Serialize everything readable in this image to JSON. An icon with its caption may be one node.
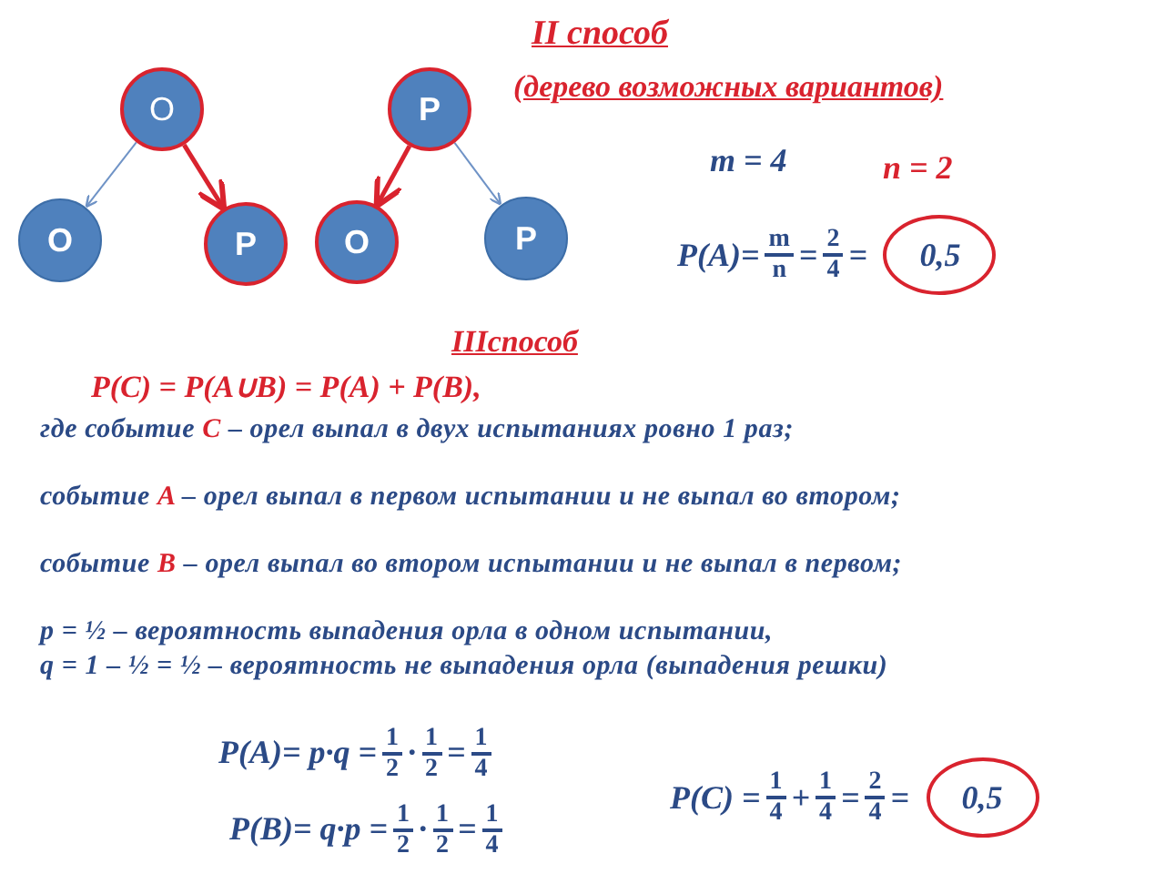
{
  "diagram": {
    "nodes": [
      {
        "text": [
          "О"
        ]
      },
      {
        "text": [
          "Р"
        ]
      },
      {
        "text": [
          "О"
        ]
      },
      {
        "text": [
          "Р"
        ]
      },
      {
        "text": [
          "О"
        ]
      },
      {
        "text": [
          "Р"
        ]
      },
      {
        "text": [
          "0,5"
        ]
      },
      {
        "text": [
          "0,5"
        ]
      }
    ],
    "edges": [
      {
        "from": 0,
        "to": 2,
        "arrow": "to"
      },
      {
        "from": 0,
        "to": 3,
        "arrow": "to",
        "style": "thick",
        "color": "#d9232e"
      },
      {
        "from": 1,
        "to": 4,
        "arrow": "to",
        "style": "thick",
        "color": "#d9232e"
      },
      {
        "from": 1,
        "to": 5,
        "arrow": "to"
      }
    ],
    "labels": [
      "II способ",
      "(дерево возможных вариантов)",
      "m = 4",
      "n = 2",
      "P(A)=",
      "m",
      "n",
      "=",
      "2",
      "4",
      "=",
      "IIIспособ",
      "P(C) = P(A∪B) = P(A) + P(B),",
      "где событие **C** – орел выпал в двух испытаниях ровно 1 раз;",
      "событие **A** – орел выпал в первом испытании и не выпал во втором;",
      "событие **B** – орел выпал во втором испытании и не выпал в первом;",
      "p = ½ – вероятность выпадения орла в одном испытании,",
      "q = 1 – ½ = ½ – вероятность не выпадения орла (выпадения решки)",
      "P(A)= p·q =",
      "1",
      "2",
      "·",
      "1",
      "2",
      "=",
      "1",
      "4",
      "P(B)= q·p =",
      "1",
      "2",
      "·",
      "1",
      "2",
      "=",
      "1",
      "4",
      "P(C) =",
      "1",
      "4",
      "+",
      "1",
      "4",
      "=",
      "2",
      "4",
      "="
    ]
  }
}
